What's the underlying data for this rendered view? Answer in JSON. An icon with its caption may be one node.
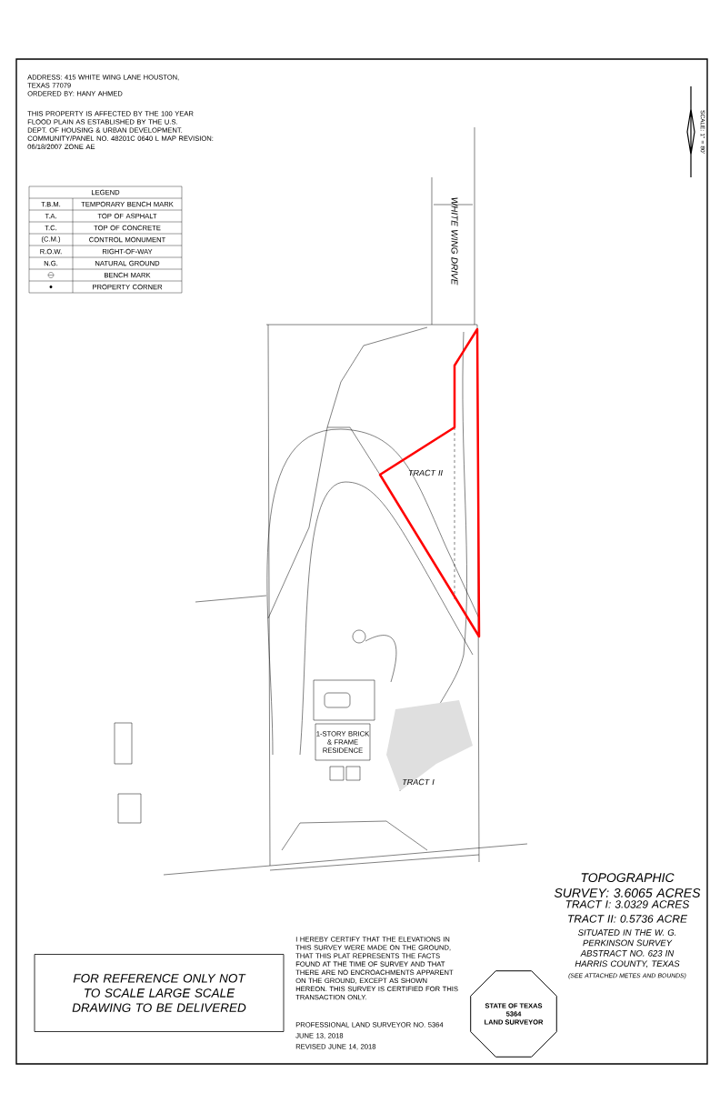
{
  "diagram": {
    "title": "TOPOGRAPHIC SURVEY: 3.6065 ACRES",
    "nodes": [
      {
        "text": [
          "FOR REFERENCE ONLY NOT TO SCALE LARGE SCALE DRAWING TO BE DELIVERED"
        ]
      },
      {
        "text": [
          "STATE OF TEXAS",
          "5364",
          "LAND SURVEYOR"
        ]
      }
    ],
    "labels": [
      "ADDRESS: 415 WHITE WING LANE HOUSTON, TEXAS 77079",
      "ORDERED BY: HANY AHMED",
      "THIS PROPERTY IS AFFECTED BY THE 100 YEAR FLOOD PLAIN AS ESTABLISHED BY THE U.S. DEPT. OF HOUSING & URBAN DEVELOPMENT. COMMUNITY/PANEL NO. 48201C 0640 L MAP REVISION: 06/18/2007 ZONE AE",
      "LEGEND",
      "T.B.M.",
      "TEMPORARY BENCH MARK",
      "T.A.",
      "TOP OF ASPHALT",
      "T.C.",
      "TOP OF CONCRETE",
      "(C.M.)",
      "CONTROL MONUMENT",
      "R.O.W.",
      "RIGHT-OF-WAY",
      "N.G.",
      "NATURAL GROUND",
      "BENCH MARK",
      "PROPERTY CORNER",
      "SCALE: 1\" = 80'",
      "WHITE WING DRIVE",
      "TRACT II",
      "1-STORY BRICK & FRAME RESIDENCE",
      "TRACT I",
      "TRACT I: 3.0329 ACRES",
      "TRACT II: 0.5736 ACRE",
      "SITUATED IN THE W. G. PERKINSON SURVEY ABSTRACT NO. 623 IN HARRIS COUNTY, TEXAS",
      "(SEE ATTACHED METES AND BOUNDS)",
      "I HEREBY CERTIFY THAT THE ELEVATIONS IN THIS SURVEY WERE MADE ON THE GROUND, THAT THIS PLAT REPRESENTS THE FACTS FOUND AT THE TIME OF SURVEY AND THAT THERE ARE NO ENCROACHMENTS APPARENT ON THE GROUND, EXCEPT AS SHOWN HEREON. THIS SURVEY IS CERTIFIED FOR THIS TRANSACTION ONLY.",
      "PROFESSIONAL LAND SURVEYOR NO. 5364",
      "JUNE 13, 2018",
      "REVISED JUNE 14, 2018"
    ]
  }
}
